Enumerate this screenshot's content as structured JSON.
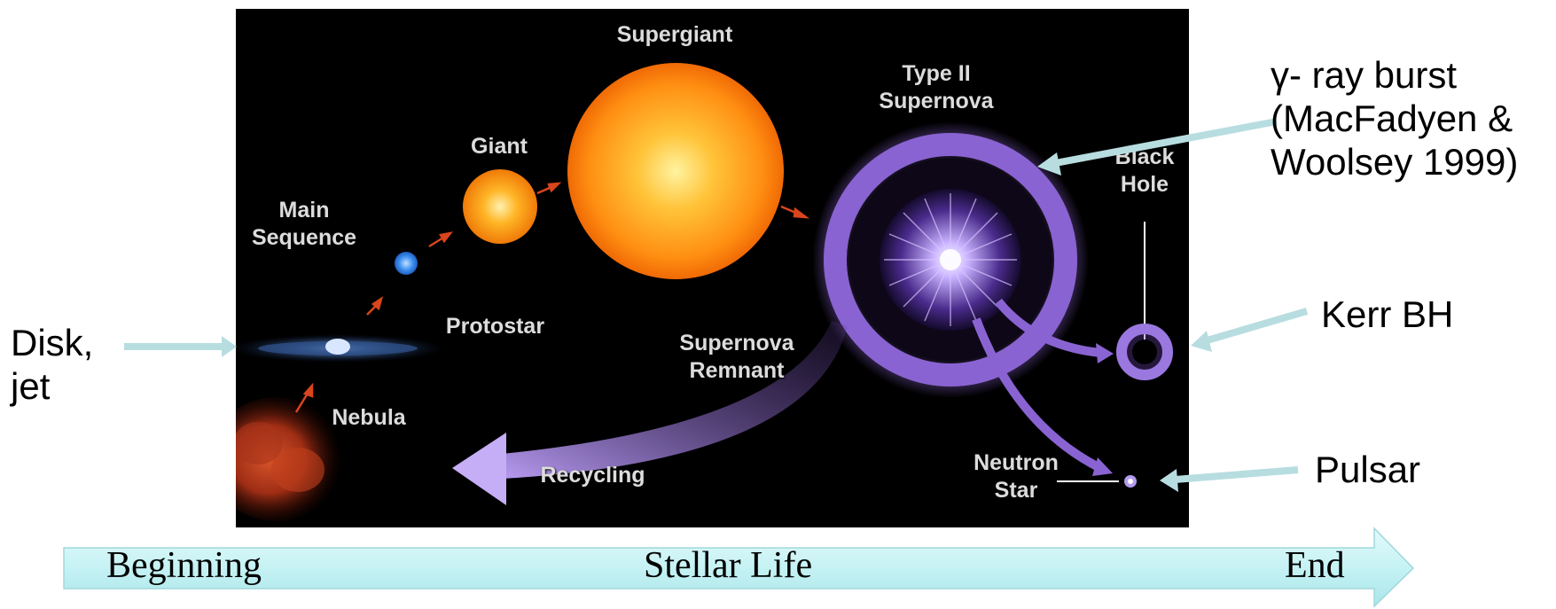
{
  "diagram": {
    "stages": {
      "supergiant": "Supergiant",
      "type_ii_supernova": "Type II\nSupernova",
      "giant": "Giant",
      "main_sequence": "Main\nSequence",
      "protostar": "Protostar",
      "nebula": "Nebula",
      "supernova_remnant": "Supernova\nRemnant",
      "recycling": "Recycling",
      "black_hole": "Black\nHole",
      "neutron_star": "Neutron\nStar"
    }
  },
  "annotations": {
    "grb": "γ- ray burst\n(MacFadyen &\nWoolsey 1999)",
    "kerr_bh": "Kerr BH",
    "disk_jet": "Disk,\njet",
    "pulsar": "Pulsar"
  },
  "timeline": {
    "beginning": "Beginning",
    "middle": "Stellar Life",
    "end": "End"
  },
  "colors": {
    "panel_bg": "#000000",
    "annotation_arrow": "#b7dde0",
    "timeline_fill": "#c6f2f4",
    "supernova_purple": "#8a63d2",
    "stage_arrow": "#d9451c"
  }
}
